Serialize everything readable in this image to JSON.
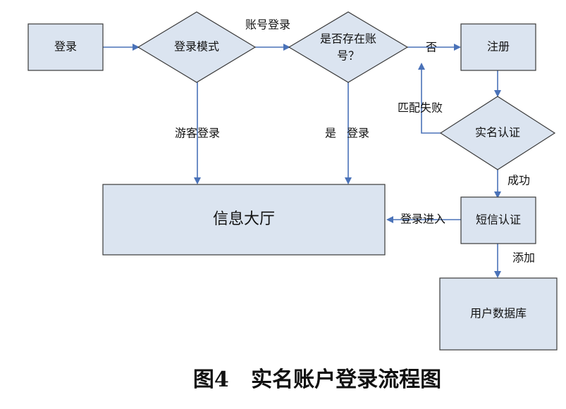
{
  "nodes": {
    "login": "登录",
    "login_mode": "登录模式",
    "account_exists_line1": "是否存在账",
    "account_exists_line2": "号？",
    "register": "注册",
    "realname_auth": "实名认证",
    "info_hall": "信息大厅",
    "sms_auth": "短信认证",
    "user_db": "用户数据库"
  },
  "edge_labels": {
    "account_login": "账号登录",
    "no": "否",
    "match_failed": "匹配失败",
    "guest_login": "游客登录",
    "yes": "是",
    "login": "登录",
    "success": "成功",
    "login_enter": "登录进入",
    "add": "添加"
  },
  "caption": "图4   实名账户登录流程图",
  "colors": {
    "node_fill": "#dbe4f0",
    "arrow": "#4a72b8",
    "border": "#3a3a3a"
  }
}
